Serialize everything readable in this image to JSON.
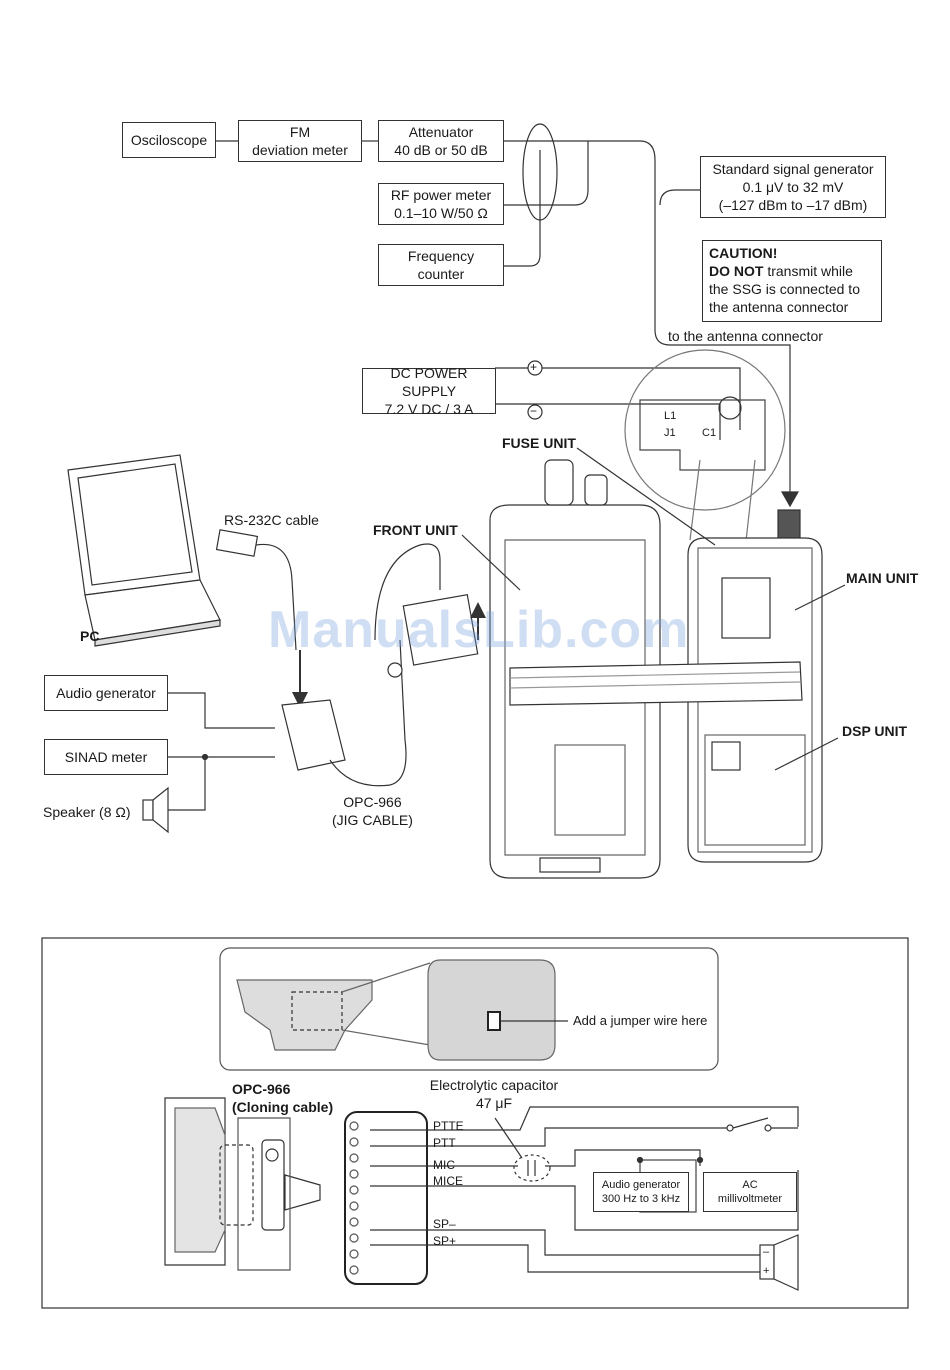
{
  "instruments": {
    "oscilloscope": "Osciloscope",
    "fm_deviation_meter": "FM\ndeviation meter",
    "attenuator": "Attenuator\n40 dB or 50 dB",
    "rf_power_meter": "RF power meter\n0.1–10 W/50 Ω",
    "frequency_counter": "Frequency\ncounter",
    "ssg": "Standard signal generator\n0.1 μV to 32 mV\n(–127 dBm to –17 dBm)",
    "dc_power_supply": "DC POWER SUPPLY\n7.2 V DC / 3 A",
    "audio_generator": "Audio generator",
    "sinad_meter": "SINAD meter",
    "speaker": "Speaker (8 Ω)"
  },
  "caution": {
    "title": "CAUTION!",
    "do_not": "DO NOT",
    "rest_line1": " transmit while",
    "rest_lines": "the SSG is connected to\nthe antenna connector"
  },
  "labels": {
    "to_antenna": "to the antenna connector",
    "fuse_unit": "FUSE UNIT",
    "front_unit": "FRONT UNIT",
    "main_unit": "MAIN UNIT",
    "dsp_unit": "DSP UNIT",
    "rs232c": "RS-232C cable",
    "pc": "PC",
    "opc966": "OPC-966\n(JIG CABLE)",
    "plus": "+",
    "minus": "−",
    "l1": "L1",
    "j1": "J1",
    "c1": "C1"
  },
  "watermark": "ManualsLib.com",
  "bottom": {
    "jumper_note": "Add a jumper wire here",
    "electrolytic": "Electrolytic capacitor\n47 μF",
    "opc966_cloning": "OPC-966\n(Cloning cable)",
    "pins": [
      "PTTE",
      "PTT",
      "MIC",
      "MICE",
      "SP–",
      "SP+"
    ],
    "audio_gen": "Audio generator\n300 Hz to 3 kHz",
    "ac_millivoltmeter": "AC\nmillivoltmeter",
    "sp_minus": "–",
    "sp_plus": "+"
  }
}
